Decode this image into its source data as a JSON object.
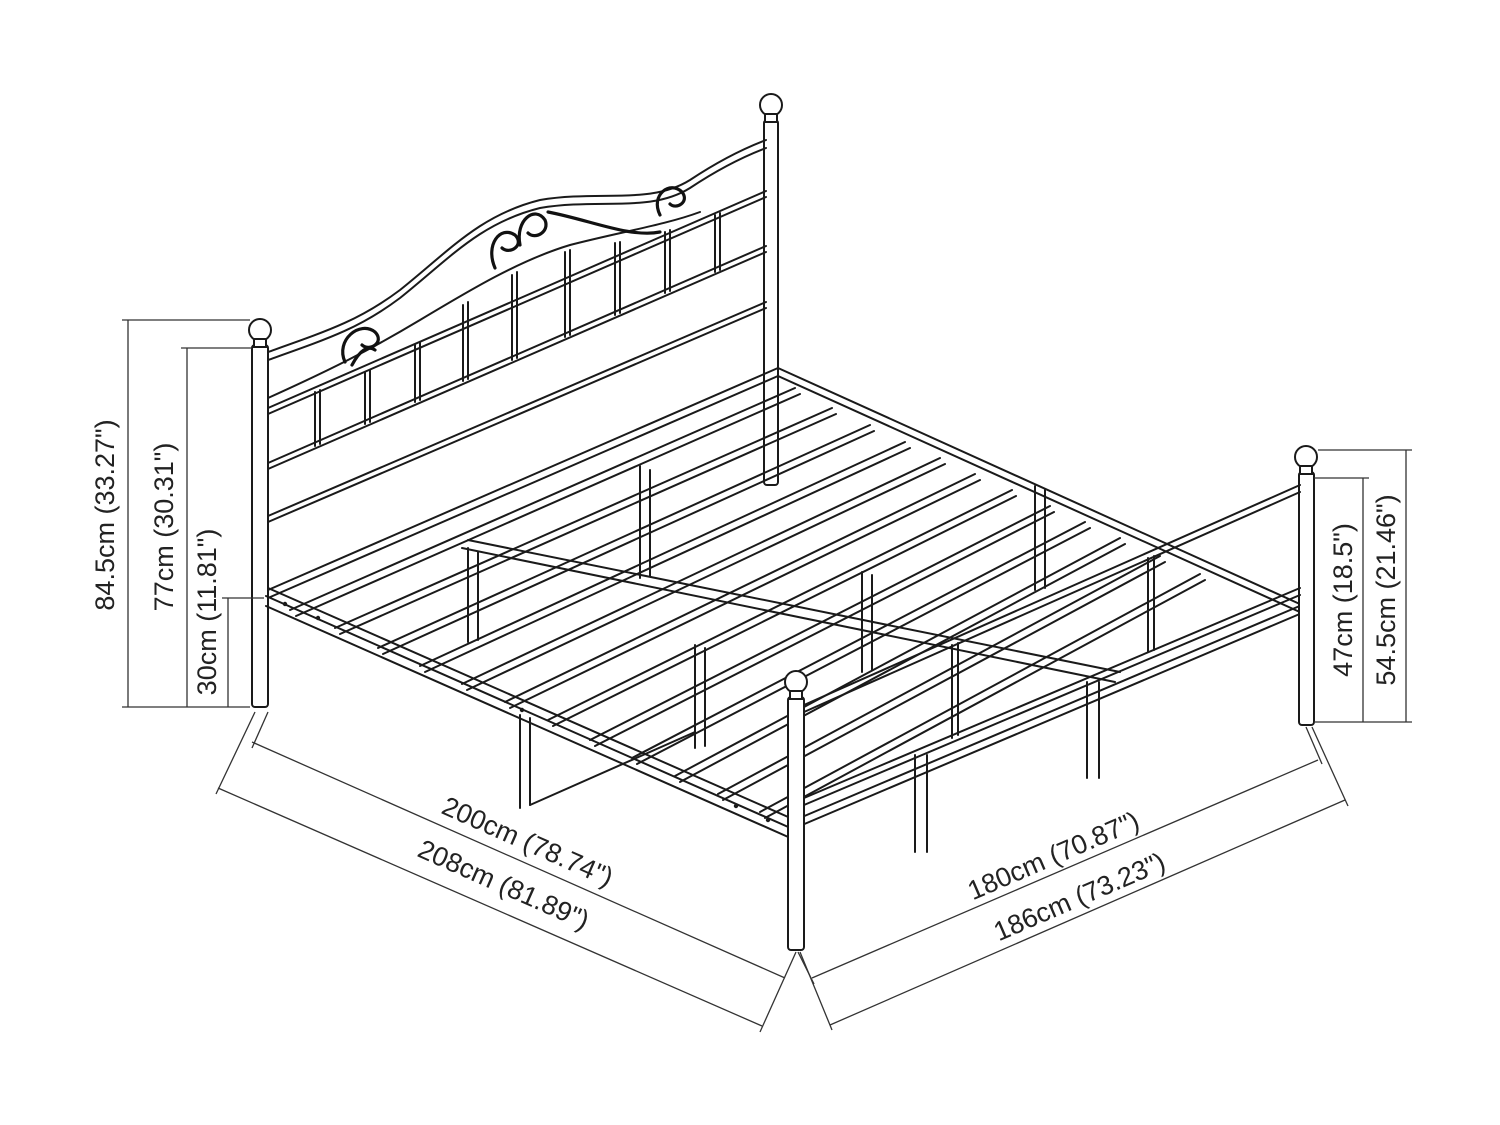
{
  "dimensions": {
    "headboard_total_height": "84.5cm (33.27\")",
    "headboard_frame_height": "77cm (30.31\")",
    "under_bed_clearance": "30cm (11.81\")",
    "footboard_frame_height": "47cm (18.5\")",
    "footboard_total_height": "54.5cm (21.46\")",
    "inner_length": "200cm (78.74\")",
    "outer_length": "208cm (81.89\")",
    "inner_width": "180cm (70.87\")",
    "outer_width": "186cm (73.23\")"
  },
  "colors": {
    "line": "#1a1a1a",
    "background": "#ffffff"
  }
}
